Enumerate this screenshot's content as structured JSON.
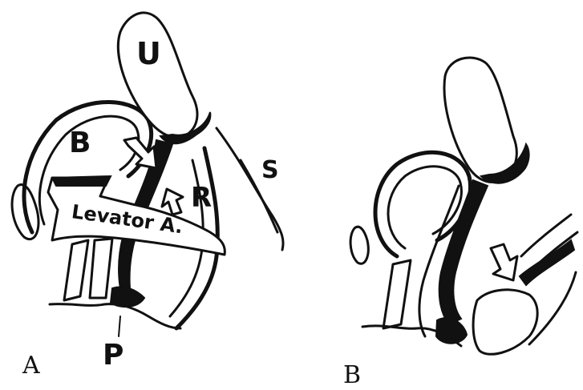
{
  "panels": [
    {
      "id": "A",
      "label": "A",
      "annotations": {
        "uterus": "U",
        "bladder": "B",
        "rectum": "R",
        "sacrum": "S",
        "levator": "Levator A.",
        "perineum": "P"
      }
    },
    {
      "id": "B",
      "label": "B"
    }
  ],
  "colors": {
    "ink": "#111111",
    "paper": "#ffffff"
  }
}
